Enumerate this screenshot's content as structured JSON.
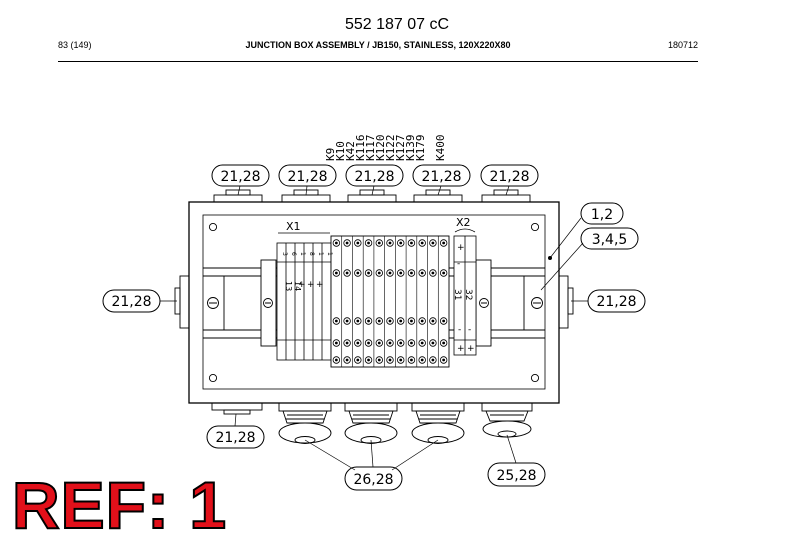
{
  "header": {
    "doc_number": "552 187 07 cC",
    "page_ref": "83 (149)",
    "title": "JUNCTION BOX ASSEMBLY / JB150, STAINLESS, 120X220X80",
    "date_code": "180712"
  },
  "diagram": {
    "terminal_groups": {
      "x1": "X1",
      "x2": "X2"
    },
    "x1_row_labels": [
      "3",
      "6",
      "1",
      "8",
      "1",
      "1"
    ],
    "x1_terminal_numbers": [
      "13",
      "14"
    ],
    "x1_polarity": [
      "+",
      "+",
      "+"
    ],
    "x2_terminal_numbers": [
      "31",
      "32"
    ],
    "x2_polarity": [
      "+",
      "-",
      "-",
      "-",
      "+",
      "+"
    ],
    "cable_ids": [
      "K9",
      "K10",
      "K42",
      "K116",
      "K117",
      "K120",
      "K122",
      "K127",
      "K139",
      "K179",
      "K400"
    ],
    "callouts": {
      "top_glands": [
        "21,28",
        "21,28",
        "21,28",
        "21,28",
        "21,28"
      ],
      "left_gland": "21,28",
      "right_gland": "21,28",
      "bottom_left": "21,28",
      "lid": "1,2",
      "rail_parts": "3,4,5",
      "bottom_glands": "26,28",
      "bottom_right_gland": "25,28"
    }
  },
  "ref_label": "REF: 1"
}
